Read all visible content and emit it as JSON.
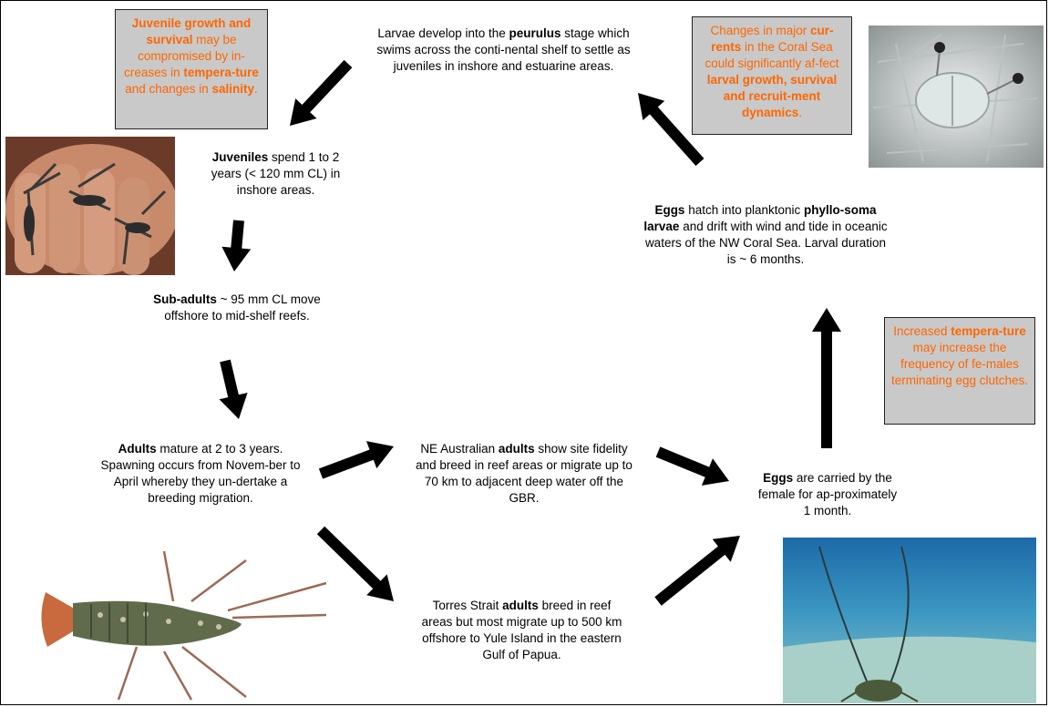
{
  "stages": {
    "peurulus": {
      "bold": "",
      "pre": "Larvae develop into the ",
      "b": "peurulus",
      "post": " stage which swims across the conti-nental shelf to settle as juveniles in inshore and estuarine areas."
    },
    "juveniles": {
      "b": "Juveniles",
      "post": " spend 1 to 2 years (< 120 mm CL) in inshore areas."
    },
    "subadults": {
      "b": "Sub-adults",
      "post": " ~ 95 mm CL move offshore to mid-shelf reefs."
    },
    "adults": {
      "b": "Adults",
      "post": " mature at 2 to 3 years. Spawning occurs from Novem-ber to April whereby they un-dertake a breeding migration."
    },
    "ne_adults": {
      "pre": "NE Australian ",
      "b": "adults",
      "post": " show site fidelity and breed in reef areas or migrate up to 70 km to adjacent deep water off the GBR."
    },
    "ts_adults": {
      "pre": "Torres Strait ",
      "b": "adults",
      "post": " breed in reef areas but most migrate up to 500 km offshore to Yule Island in the eastern Gulf of Papua."
    },
    "eggs_carried": {
      "b": "Eggs",
      "post": " are carried by the female for ap-proximately 1 month."
    },
    "eggs_hatch": {
      "b": "Eggs",
      "mid": " hatch into planktonic ",
      "b2": "phyllo-soma larvae",
      "post": " and drift with wind and tide in oceanic waters of the NW Coral Sea. Larval duration is ~ 6 months."
    }
  },
  "notes": {
    "juvenile": {
      "b1": "Juvenile growth and survival",
      "t1": " may be compromised by in-creases in ",
      "b2": "tempera-ture",
      "t2": " and changes in ",
      "b3": "salinity",
      "t3": "."
    },
    "currents": {
      "t1": "Changes in major ",
      "b1": "cur-rents",
      "t2": " in the Coral Sea could significantly af-fect ",
      "b2": "larval growth, survival and recruit-ment dynamics",
      "t3": "."
    },
    "temperature": {
      "t1": "Increased ",
      "b1": "tempera-ture",
      "t2": " may increase the frequency of fe-males terminating egg clutches."
    }
  },
  "colors": {
    "accent": "#ff6600",
    "note_bg": "#c9c9c9",
    "arrow": "#000000"
  }
}
